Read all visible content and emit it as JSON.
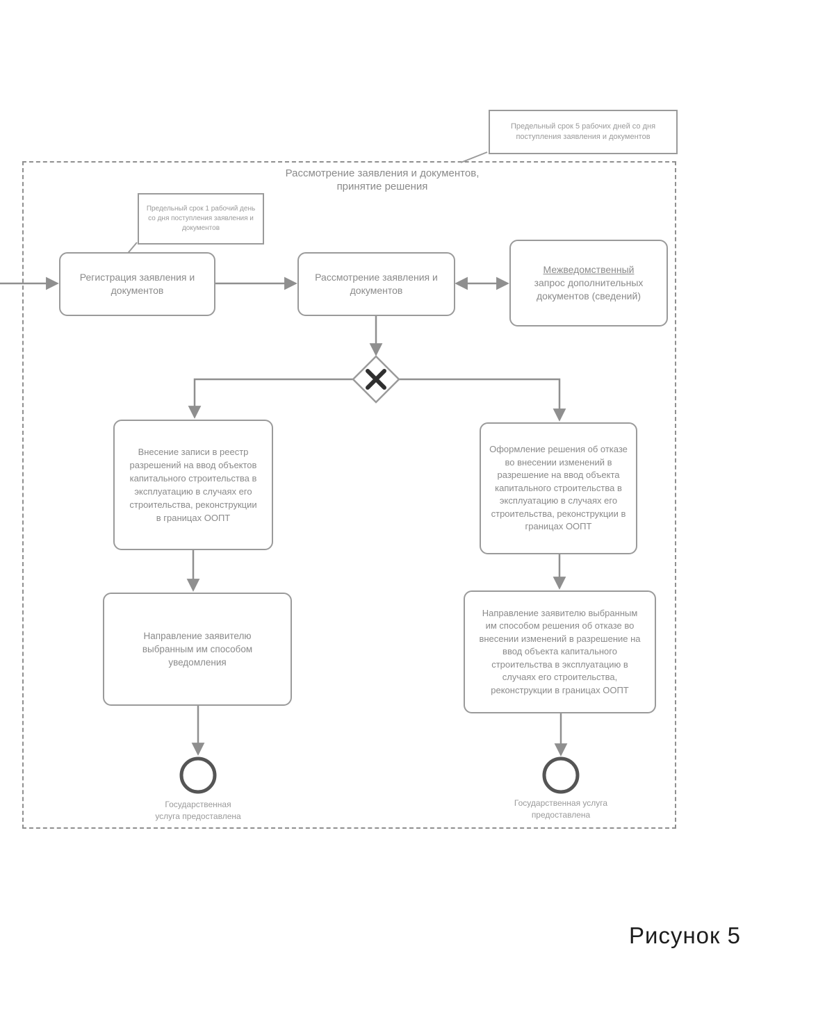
{
  "figure": {
    "caption": "Рисунок 5"
  },
  "pool": {
    "title": "Рассмотрение заявления и документов, принятие решения"
  },
  "annotations": {
    "five_days": "Предельный срок 5 рабочих дней со дня поступления заявления и документов",
    "one_day": "Предельный срок 1 рабочий день со дня поступления заявления и документов"
  },
  "tasks": {
    "register": "Регистрация заявления и документов",
    "review": "Рассмотрение заявления и документов",
    "interagency_underlined": "Межведомственный",
    "interagency_rest": "запрос дополнительных документов (сведений)",
    "registry_entry": "Внесение записи в реестр разрешений на ввод объектов капитального строительства в эксплуатацию в случаях его строительства, реконструкции в границах ООПТ",
    "refusal_decision": "Оформление решения об отказе во внесении изменений в разрешение на ввод объекта капитального строительства в эксплуатацию в случаях его строительства, реконструкции в границах ООПТ",
    "send_notice": "Направление заявителю выбранным им способом уведомления",
    "send_refusal": "Направление заявителю выбранным им способом решения об отказе во внесении изменений в разрешение на ввод объекта капитального строительства в эксплуатацию в случаях его строительства, реконструкции в границах ООПТ"
  },
  "end_events": {
    "left_label": "Государственная услуга предоставлена",
    "right_label": "Государственная услуга предоставлена"
  },
  "colors": {
    "line": "#8f8f8f",
    "border": "#9a9a9a",
    "text": "#8a8a8a",
    "gateway_x": "#2f2f2f",
    "end_event_ring": "#555555",
    "caption_text": "#1d1d1d"
  }
}
